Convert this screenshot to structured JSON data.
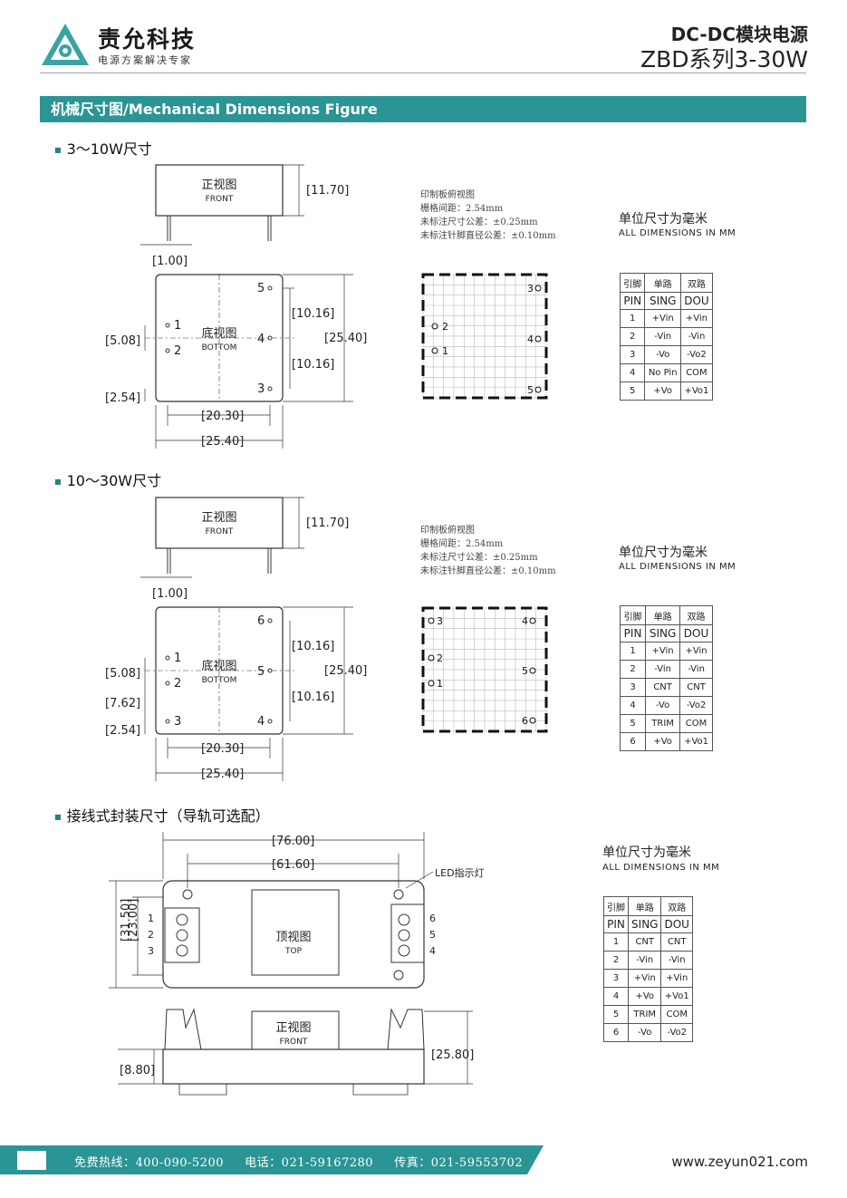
{
  "header": {
    "company_name": "责允科技",
    "company_slogan": "电源方案解决专家",
    "product_line": "DC-DC模块电源",
    "product_series": "ZBD系列3-30W"
  },
  "section": {
    "title": "机械尺寸图/Mechanical Dimensions Figure"
  },
  "block1": {
    "heading": "3～10W尺寸",
    "front_label": "正视图",
    "front_label_en": "FRONT",
    "bottom_label": "底视图",
    "bottom_label_en": "BOTTOM",
    "dims": [
      "[11.70]",
      "[1.00]",
      "[10.16]",
      "[10.16]",
      "[25.40]",
      "[5.08]",
      "[2.54]",
      "[20.30]",
      "[25.40]"
    ],
    "pin_numbers": [
      "1",
      "2",
      "3",
      "4",
      "5"
    ],
    "pcb_note": [
      "印制板俯视图",
      "栅格间距：2.54mm",
      "未标注尺寸公差：±0.25mm",
      "未标注针脚直径公差：±0.10mm"
    ],
    "unit_cn": "单位尺寸为毫米",
    "unit_en": "ALL DIMENSIONS IN MM",
    "table": {
      "head1": [
        "引脚",
        "单路",
        "双路"
      ],
      "head2": [
        "PIN",
        "SING",
        "DOU"
      ],
      "rows": [
        [
          "1",
          "+Vin",
          "+Vin"
        ],
        [
          "2",
          "-Vin",
          "-Vin"
        ],
        [
          "3",
          "-Vo",
          "-Vo2"
        ],
        [
          "4",
          "No Pin",
          "COM"
        ],
        [
          "5",
          "+Vo",
          "+Vo1"
        ]
      ]
    }
  },
  "block2": {
    "heading": "10～30W尺寸",
    "front_label": "正视图",
    "front_label_en": "FRONT",
    "bottom_label": "底视图",
    "bottom_label_en": "BOTTOM",
    "dims": [
      "[11.70]",
      "[1.00]",
      "[10.16]",
      "[10.16]",
      "[25.40]",
      "[5.08]",
      "[7.62]",
      "[2.54]",
      "[20.30]",
      "[25.40]"
    ],
    "pin_numbers": [
      "1",
      "2",
      "3",
      "4",
      "5",
      "6"
    ],
    "pcb_note": [
      "印制板俯视图",
      "栅格间距：2.54mm",
      "未标注尺寸公差：±0.25mm",
      "未标注针脚直径公差：±0.10mm"
    ],
    "unit_cn": "单位尺寸为毫米",
    "unit_en": "ALL DIMENSIONS IN MM",
    "table": {
      "head1": [
        "引脚",
        "单路",
        "双路"
      ],
      "head2": [
        "PIN",
        "SING",
        "DOU"
      ],
      "rows": [
        [
          "1",
          "+Vin",
          "+Vin"
        ],
        [
          "2",
          "-Vin",
          "-Vin"
        ],
        [
          "3",
          "CNT",
          "CNT"
        ],
        [
          "4",
          "-Vo",
          "-Vo2"
        ],
        [
          "5",
          "TRIM",
          "COM"
        ],
        [
          "6",
          "+Vo",
          "+Vo1"
        ]
      ]
    }
  },
  "block3": {
    "heading": "接线式封装尺寸（导轨可选配）",
    "top_label": "顶视图",
    "top_label_en": "TOP",
    "front_label": "正视图",
    "front_label_en": "FRONT",
    "led_label": "LED指示灯",
    "dims": [
      "[76.00]",
      "[61.60]",
      "[31.50]",
      "[23.00]",
      "[25.80]",
      "[8.80]"
    ],
    "pin_numbers": [
      "1",
      "2",
      "3",
      "6",
      "5",
      "4"
    ],
    "unit_cn": "单位尺寸为毫米",
    "unit_en": "ALL DIMENSIONS IN MM",
    "table": {
      "head1": [
        "引脚",
        "单路",
        "双路"
      ],
      "head2": [
        "PIN",
        "SING",
        "DOU"
      ],
      "rows": [
        [
          "1",
          "CNT",
          "CNT"
        ],
        [
          "2",
          "-Vin",
          "-Vin"
        ],
        [
          "3",
          "+Vin",
          "+Vin"
        ],
        [
          "4",
          "+Vo",
          "+Vo1"
        ],
        [
          "5",
          "TRIM",
          "COM"
        ],
        [
          "6",
          "-Vo",
          "-Vo2"
        ]
      ]
    }
  },
  "footer": {
    "hotline": "免费热线：400-090-5200",
    "phone": "电话：021-59167280",
    "fax": "传真：021-59553702",
    "website": "www.zeyun021.com"
  },
  "colors": {
    "accent": "#2b9494",
    "logo": "#3aa3a3"
  }
}
